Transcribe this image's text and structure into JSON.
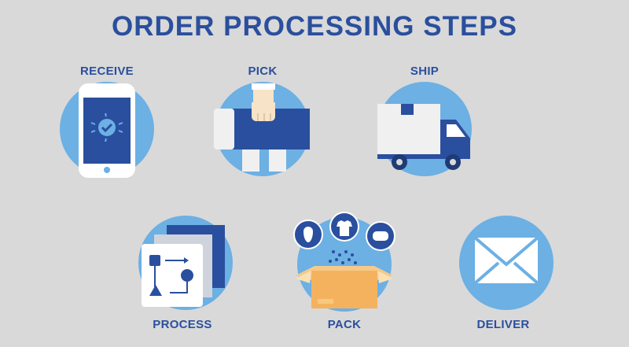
{
  "title": "ORDER PROCESSING STEPS",
  "steps": [
    {
      "label": "RECEIVE",
      "icon": "smartphone-check-icon"
    },
    {
      "label": "PICK",
      "icon": "hand-picking-box-icon"
    },
    {
      "label": "SHIP",
      "icon": "delivery-truck-icon"
    },
    {
      "label": "PROCESS",
      "icon": "workflow-chart-icon"
    },
    {
      "label": "PACK",
      "icon": "open-box-icon"
    },
    {
      "label": "DELIVER",
      "icon": "envelope-icon"
    }
  ],
  "colors": {
    "background": "#d9d9d9",
    "title": "#2a4f9e",
    "circle": "#6cb0e4",
    "dark_blue": "#2a4f9e",
    "box": "#f5b25e"
  }
}
